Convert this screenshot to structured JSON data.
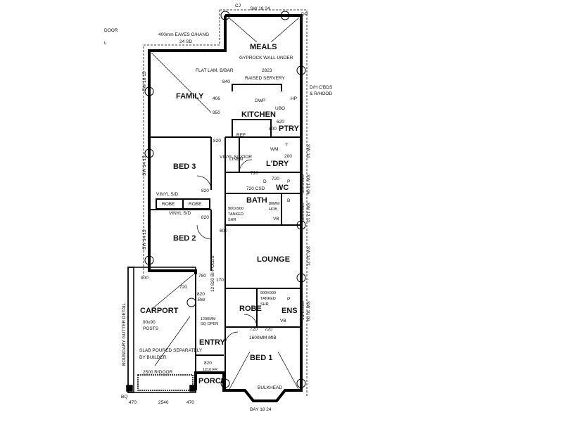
{
  "rooms": {
    "meals": "MEALS",
    "family": "FAMILY",
    "kitchen": "KITCHEN",
    "ptry": "PTRY",
    "bed3": "BED 3",
    "ldry": "L'DRY",
    "wc": "WC",
    "bath": "BATH",
    "bed2": "BED 2",
    "lounge": "LOUNGE",
    "carport": "CARPORT",
    "robe_main": "ROBE",
    "ens": "ENS",
    "entry": "ENTRY",
    "bed1": "BED 1",
    "porch": "PORCH"
  },
  "notes": {
    "eaves": "400mm EAVES O/HANG",
    "top_dim": "24 SD",
    "gyprock": "GYPROCK WALL UNDER",
    "dim_2823": "2823",
    "flat_lam": "FLAT LAM. B/BAR",
    "raised_servery": "RAISED SERVERY",
    "dc_bds": "D/H C'BDS",
    "rhood": "& R/HOOD",
    "dwp": "DWP",
    "hp": "HP",
    "ubo": "UBO",
    "ref": "REF",
    "dim_800": "800",
    "dim_620": "620",
    "dim_950": "950",
    "dim_406": "406",
    "dim_840": "840",
    "linen": "LINEN",
    "wm": "WM",
    "t": "T",
    "dim_200": "200",
    "dim_820a": "820",
    "dim_720a": "720",
    "vinyl_sdoor": "VINYL S/DOOR",
    "vinyl_sd1": "VINYL S/D",
    "vinyl_sd2": "VINYL S/D",
    "robe1": "ROBE",
    "robe2": "ROBE",
    "dim_820b": "820",
    "dim_820c": "820",
    "d": "D",
    "csd": "720 CSD",
    "dim_720b": "720",
    "p1": "P",
    "tanked1": "900X900",
    "tanked1b": "TANKED",
    "tanked1c": "SHR",
    "hob": "80MM",
    "hob2": "HOB",
    "vb1": "VB",
    "b": "B",
    "dim_600": "600",
    "bifolds": "12 820 BI-FOLDS",
    "dim_780": "780",
    "dim_170": "170",
    "dim_720c": "720",
    "dim_900": "900",
    "dim_820d": "820",
    "bw": "BW",
    "posts": "90x90",
    "posts2": "POSTS",
    "sq_open": "1200MM",
    "sq_open2": "SQ OPEN",
    "tanked2": "900X900",
    "tanked2b": "TANKED",
    "tanked2c": "SHR",
    "p2": "P",
    "vb2": "VB",
    "dim_720d": "720",
    "dim_720e": "720",
    "mib": "1600MM MIB",
    "slab": "SLAB POURED SEPARATELY",
    "builder": "BY BUILDER",
    "dim_820e": "820",
    "fr": "1216 FR",
    "rdoor": "2500 R/DOOR",
    "bulkhead": "BULKHEAD",
    "boundary": "BOUNDARY GUTTER DETAIL",
    "dim_2540": "2540",
    "dim_470a": "470",
    "dim_470b": "470",
    "bay": "BAY 18 24",
    "sw_top": "SW 18 24",
    "sw_l1": "SW 18 15",
    "sw_l2": "SW 14 15",
    "sw_l3": "SW 14 15",
    "sw_r1": "SW 14",
    "sw_r2": "SW 10 06",
    "sw_r3": "SW 12 12",
    "sw_r4": "SW 14 21",
    "sw_r5": "SW 10 09",
    "obscure1": "OBSCURE",
    "obscure2": "OBSCURE",
    "obscure3": "OBSCURE",
    "cj": "CJ",
    "dp": "DP",
    "bq": "BQ",
    "door_frag": "DOOR",
    "l_frag": "L"
  }
}
